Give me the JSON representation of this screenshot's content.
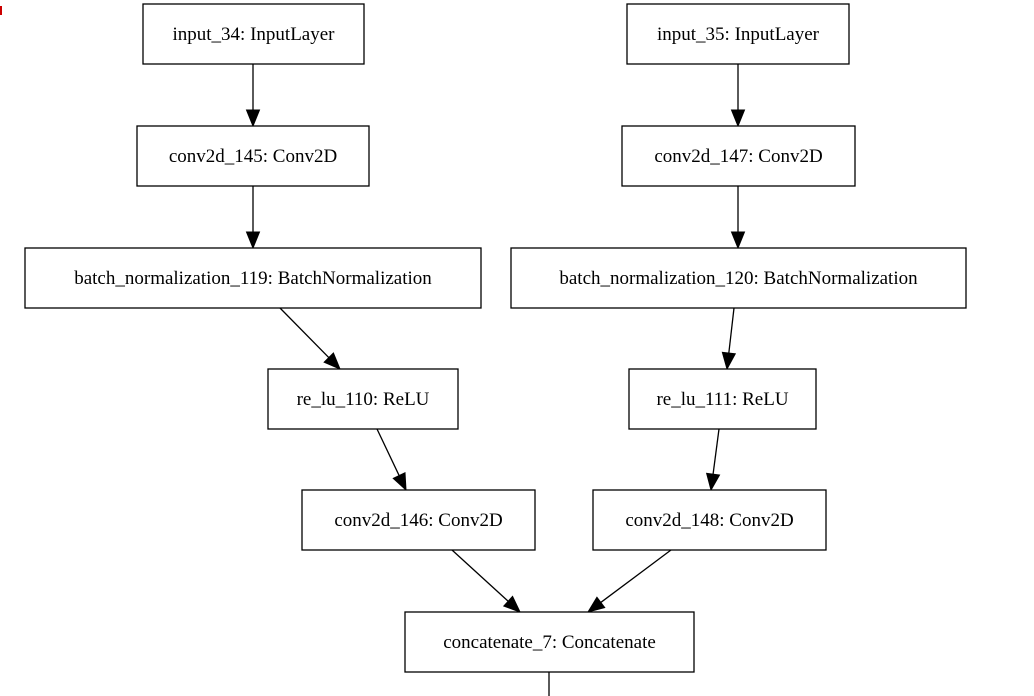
{
  "diagram": {
    "nodes": [
      {
        "id": "input_34",
        "label": "input_34: InputLayer"
      },
      {
        "id": "input_35",
        "label": "input_35: InputLayer"
      },
      {
        "id": "conv2d_145",
        "label": "conv2d_145: Conv2D"
      },
      {
        "id": "conv2d_147",
        "label": "conv2d_147: Conv2D"
      },
      {
        "id": "batch_normalization_119",
        "label": "batch_normalization_119: BatchNormalization"
      },
      {
        "id": "batch_normalization_120",
        "label": "batch_normalization_120: BatchNormalization"
      },
      {
        "id": "re_lu_110",
        "label": "re_lu_110: ReLU"
      },
      {
        "id": "re_lu_111",
        "label": "re_lu_111: ReLU"
      },
      {
        "id": "conv2d_146",
        "label": "conv2d_146: Conv2D"
      },
      {
        "id": "conv2d_148",
        "label": "conv2d_148: Conv2D"
      },
      {
        "id": "concatenate_7",
        "label": "concatenate_7: Concatenate"
      }
    ],
    "edges": [
      {
        "from": "input_34",
        "to": "conv2d_145"
      },
      {
        "from": "conv2d_145",
        "to": "batch_normalization_119"
      },
      {
        "from": "batch_normalization_119",
        "to": "re_lu_110"
      },
      {
        "from": "re_lu_110",
        "to": "conv2d_146"
      },
      {
        "from": "conv2d_146",
        "to": "concatenate_7"
      },
      {
        "from": "input_35",
        "to": "conv2d_147"
      },
      {
        "from": "conv2d_147",
        "to": "batch_normalization_120"
      },
      {
        "from": "batch_normalization_120",
        "to": "re_lu_111"
      },
      {
        "from": "re_lu_111",
        "to": "conv2d_148"
      },
      {
        "from": "conv2d_148",
        "to": "concatenate_7"
      },
      {
        "from": "concatenate_7",
        "to": ""
      }
    ]
  }
}
